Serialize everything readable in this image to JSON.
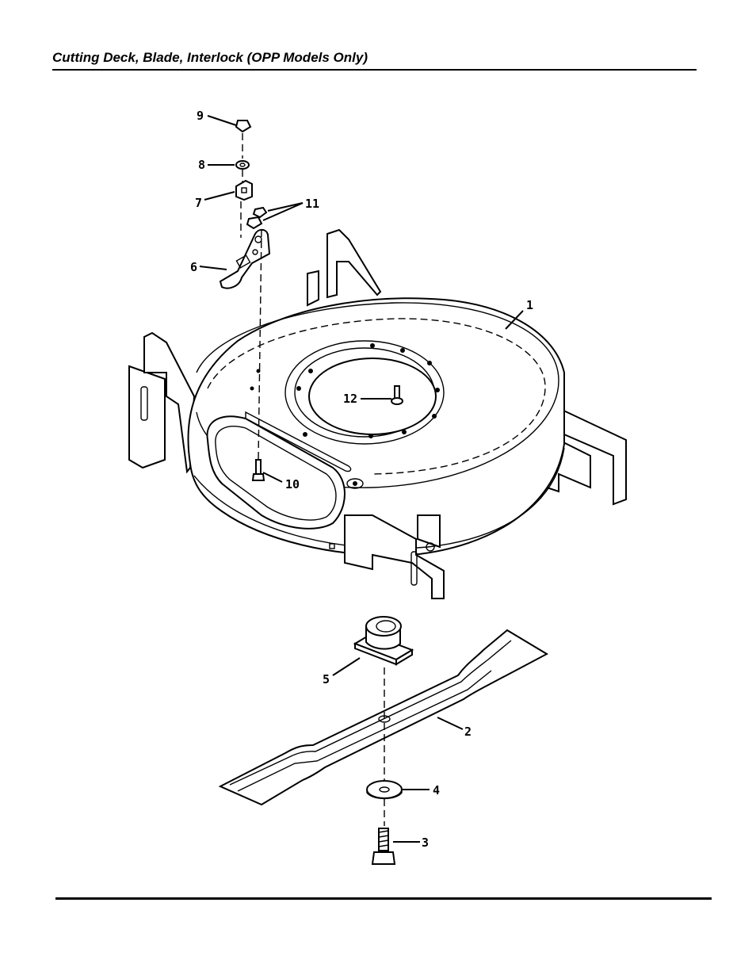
{
  "page": {
    "title": "Cutting Deck, Blade, Interlock (OPP Models Only)"
  },
  "callouts": [
    {
      "id": "c1",
      "label": "1",
      "part": "cutting-deck"
    },
    {
      "id": "c2",
      "label": "2",
      "part": "blade"
    },
    {
      "id": "c3",
      "label": "3",
      "part": "blade-bolt"
    },
    {
      "id": "c4",
      "label": "4",
      "part": "blade-washer"
    },
    {
      "id": "c5",
      "label": "5",
      "part": "blade-adapter"
    },
    {
      "id": "c6",
      "label": "6",
      "part": "interlock-bracket"
    },
    {
      "id": "c7",
      "label": "7",
      "part": "interlock-clip"
    },
    {
      "id": "c8",
      "label": "8",
      "part": "washer"
    },
    {
      "id": "c9",
      "label": "9",
      "part": "nut"
    },
    {
      "id": "c10",
      "label": "10",
      "part": "bolt"
    },
    {
      "id": "c11",
      "label": "11",
      "part": "nuts"
    },
    {
      "id": "c12",
      "label": "12",
      "part": "stud"
    }
  ],
  "colors": {
    "line": "#000000",
    "background": "#ffffff"
  }
}
